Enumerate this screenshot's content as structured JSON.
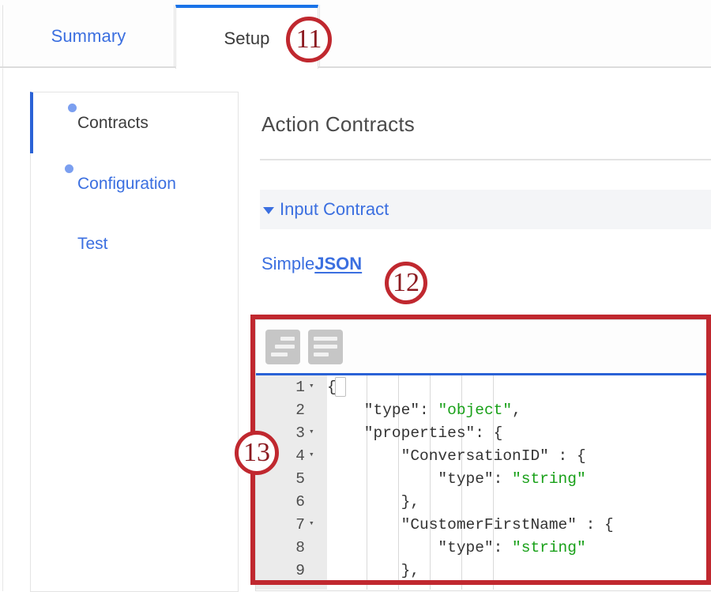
{
  "tabs": [
    {
      "label": "Summary",
      "active": false
    },
    {
      "label": "Setup",
      "active": true
    }
  ],
  "sidebar": {
    "items": [
      {
        "label": "Contracts",
        "active": true,
        "dot": true
      },
      {
        "label": "Configuration",
        "active": false,
        "dot": true
      },
      {
        "label": "Test",
        "active": false,
        "dot": false
      }
    ]
  },
  "main": {
    "page_title": "Action Contracts",
    "section": {
      "caret": "caret-down-icon",
      "label": "Input Contract"
    },
    "format_tabs": [
      {
        "label": "Simple",
        "active": false
      },
      {
        "label": "JSON",
        "active": true
      }
    ]
  },
  "editor": {
    "toolbar_buttons": [
      {
        "name": "align-right-icon",
        "label": ""
      },
      {
        "name": "align-left-icon",
        "label": ""
      }
    ],
    "lines": [
      {
        "num": "1",
        "fold": "▾",
        "text": "{"
      },
      {
        "num": "2",
        "fold": "",
        "text": "    \"type\": ",
        "value": "\"object\"",
        "tail": ","
      },
      {
        "num": "3",
        "fold": "▾",
        "text": "    \"properties\": {",
        "value": "",
        "tail": ""
      },
      {
        "num": "4",
        "fold": "▾",
        "text": "        \"ConversationID\" : {",
        "value": "",
        "tail": ""
      },
      {
        "num": "5",
        "fold": "",
        "text": "            \"type\": ",
        "value": "\"string\"",
        "tail": ""
      },
      {
        "num": "6",
        "fold": "",
        "text": "        },",
        "value": "",
        "tail": ""
      },
      {
        "num": "7",
        "fold": "▾",
        "text": "        \"CustomerFirstName\" : {",
        "value": "",
        "tail": ""
      },
      {
        "num": "8",
        "fold": "",
        "text": "            \"type\": ",
        "value": "\"string\"",
        "tail": ""
      },
      {
        "num": "9",
        "fold": "",
        "text": "        },",
        "value": "",
        "tail": ""
      }
    ]
  },
  "annotations": [
    {
      "id": "11",
      "target": "setup-tab"
    },
    {
      "id": "12",
      "target": "json-format-tab"
    },
    {
      "id": "13",
      "target": "json-editor"
    }
  ],
  "colors": {
    "link_blue": "#3b6fe0",
    "active_tab_border": "#1a73e8",
    "annotation_red": "#c0282f",
    "json_value_green": "#18a018",
    "gutter_gray": "#ebebeb"
  }
}
